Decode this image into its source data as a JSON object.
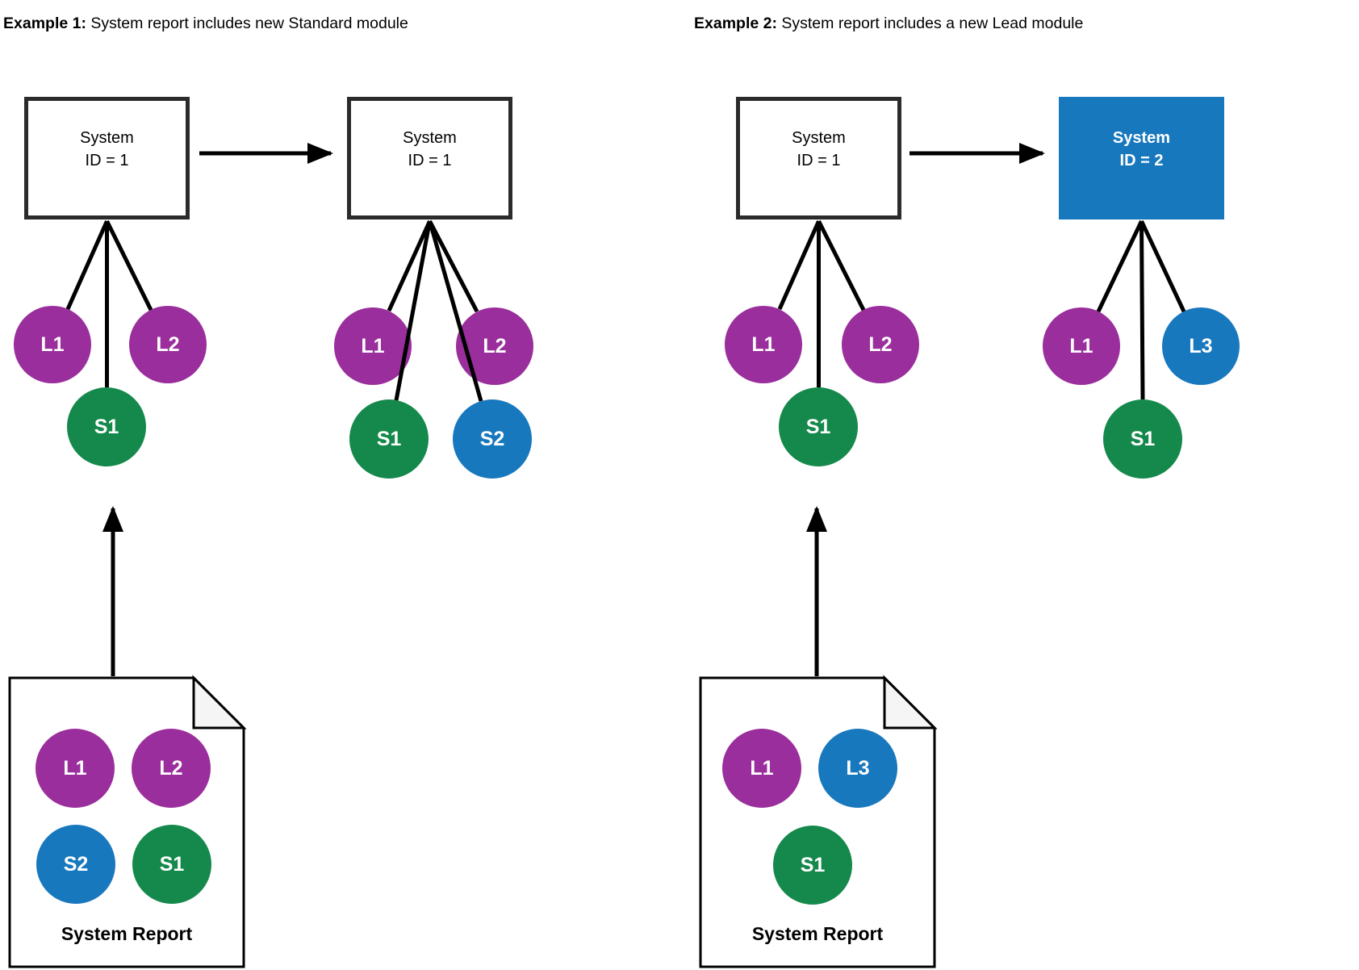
{
  "palette": {
    "purple": "#9A2E9C",
    "green": "#15894B",
    "blue": "#1878BE",
    "box_outline": "#2B2B2B",
    "connector": "#000000",
    "document_fill": "#FFFFFF",
    "document_fold": "#F5F5F5"
  },
  "examples": [
    {
      "title_bold": "Example 1:",
      "title_rest": " System report includes new Standard module",
      "source_box": {
        "title": "System",
        "id_line": "ID = 1",
        "fill": "white"
      },
      "result_box": {
        "title": "System",
        "id_line": "ID = 1",
        "fill": "white"
      },
      "source_modules": [
        {
          "label": "L1",
          "color": "purple"
        },
        {
          "label": "L2",
          "color": "purple"
        },
        {
          "label": "S1",
          "color": "green"
        }
      ],
      "result_modules": [
        {
          "label": "L1",
          "color": "purple"
        },
        {
          "label": "L2",
          "color": "purple"
        },
        {
          "label": "S1",
          "color": "green"
        },
        {
          "label": "S2",
          "color": "blue"
        }
      ],
      "report": {
        "label": "System Report",
        "modules": [
          {
            "label": "L1",
            "color": "purple"
          },
          {
            "label": "L2",
            "color": "purple"
          },
          {
            "label": "S2",
            "color": "blue"
          },
          {
            "label": "S1",
            "color": "green"
          }
        ]
      }
    },
    {
      "title_bold": "Example 2:",
      "title_rest": " System report includes a new Lead module",
      "source_box": {
        "title": "System",
        "id_line": "ID = 1",
        "fill": "white"
      },
      "result_box": {
        "title": "System",
        "id_line": "ID = 2",
        "fill": "blue"
      },
      "source_modules": [
        {
          "label": "L1",
          "color": "purple"
        },
        {
          "label": "L2",
          "color": "purple"
        },
        {
          "label": "S1",
          "color": "green"
        }
      ],
      "result_modules": [
        {
          "label": "L1",
          "color": "purple"
        },
        {
          "label": "L3",
          "color": "blue"
        },
        {
          "label": "S1",
          "color": "green"
        }
      ],
      "report": {
        "label": "System Report",
        "modules": [
          {
            "label": "L1",
            "color": "purple"
          },
          {
            "label": "L3",
            "color": "blue"
          },
          {
            "label": "S1",
            "color": "green"
          }
        ]
      }
    }
  ]
}
